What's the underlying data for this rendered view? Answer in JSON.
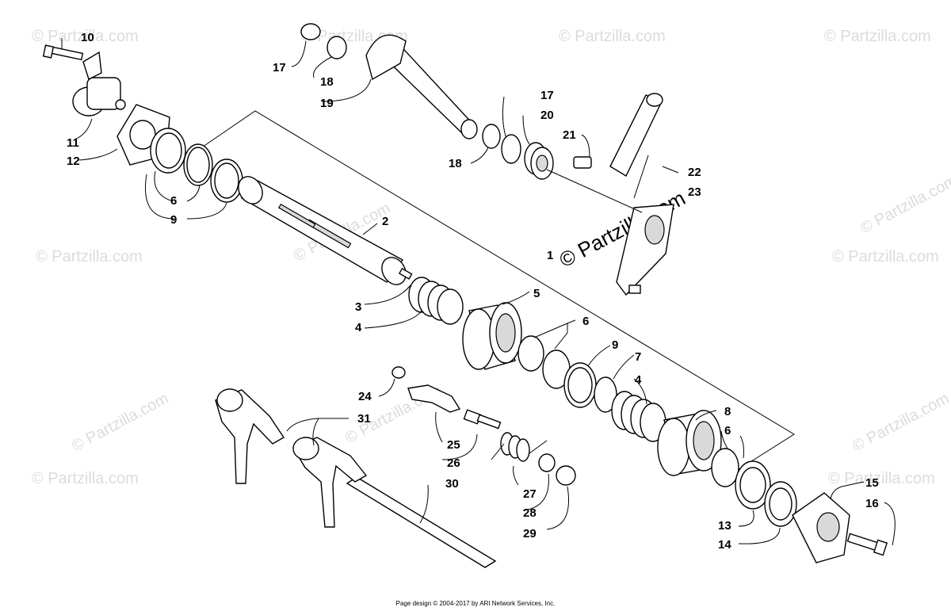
{
  "watermark": {
    "small": "© Partzilla.com",
    "big": "© Partzilla.com"
  },
  "callouts": {
    "c1": "1",
    "c2": "2",
    "c3": "3",
    "c4a": "4",
    "c4b": "4",
    "c5": "5",
    "c6a": "6",
    "c6b": "6",
    "c6c": "6",
    "c7": "7",
    "c8": "8",
    "c9a": "9",
    "c9b": "9",
    "c10": "10",
    "c11": "11",
    "c12": "12",
    "c13": "13",
    "c14": "14",
    "c15": "15",
    "c16": "16",
    "c17a": "17",
    "c17b": "17",
    "c18a": "18",
    "c18b": "18",
    "c19": "19",
    "c20": "20",
    "c21": "21",
    "c22": "22",
    "c23": "23",
    "c24": "24",
    "c25": "25",
    "c26": "26",
    "c27": "27",
    "c28": "28",
    "c29": "29",
    "c30": "30",
    "c31": "31"
  },
  "footer": "Page design © 2004-2017 by ARI Network Services, Inc."
}
